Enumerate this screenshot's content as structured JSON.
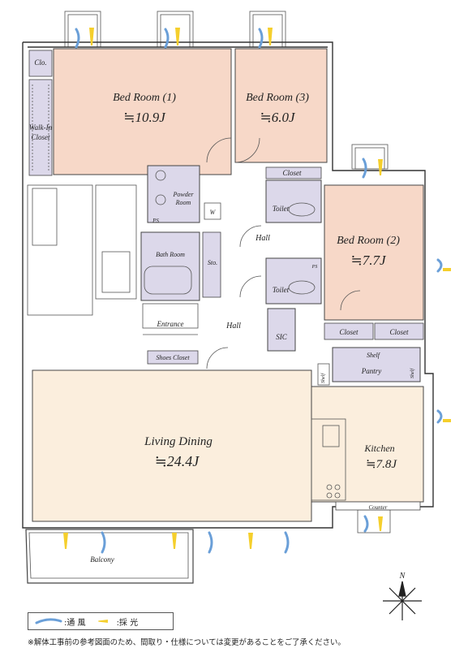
{
  "rooms": {
    "bed1": {
      "name": "Bed Room (1)",
      "area": "≒10.9J"
    },
    "bed3": {
      "name": "Bed Room (3)",
      "area": "≒6.0J"
    },
    "bed2": {
      "name": "Bed Room (2)",
      "area": "≒7.7J"
    },
    "living": {
      "name": "Living Dining",
      "area": "≒24.4J"
    },
    "kitchen": {
      "name": "Kitchen",
      "area": "≒7.8J"
    }
  },
  "labels": {
    "clo": "Clo.",
    "walkin": [
      "Walk-In",
      "Closet"
    ],
    "powder": [
      "Powder",
      "Room"
    ],
    "w": "W",
    "ps": "PS",
    "closet": "Closet",
    "toilet": "Toilet",
    "hall": "Hall",
    "bath": "Bath Room",
    "sto": "Sto.",
    "entrance": "Entrance",
    "shoes": "Shoes Closet",
    "sic": "SIC",
    "shelf": "Shelf",
    "pantry": "Pantry",
    "counter": "Counter",
    "balcony": "Balcony",
    "north": "N"
  },
  "legend": {
    "ventilation": ":通 風",
    "daylight": ":採 光"
  },
  "note": "※解体工事前の参考図面のため、間取り・仕様については変更があることをご了承ください。",
  "colors": {
    "bedroom": "#f7d8c8",
    "living": "#fbeedd",
    "storage": "#dcd8ea",
    "ventilation": "#6a9fd8",
    "daylight": "#f5cf2c"
  }
}
